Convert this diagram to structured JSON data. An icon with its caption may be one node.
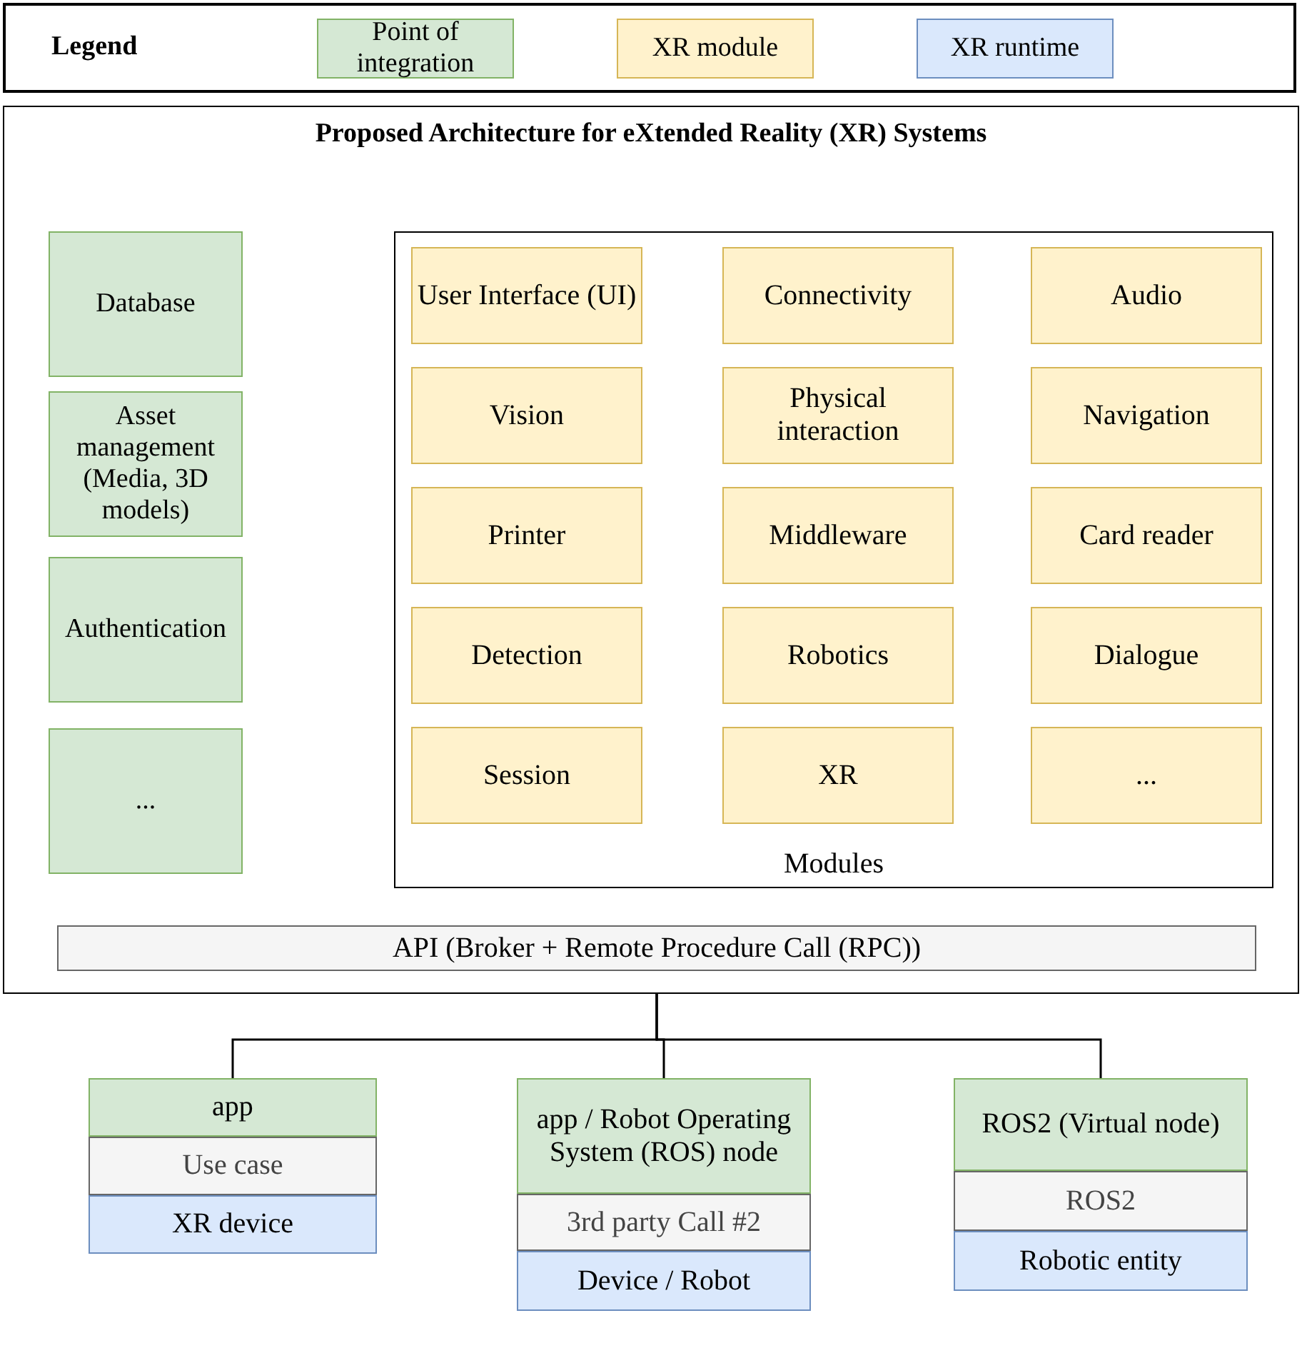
{
  "diagram": {
    "nodes": [
      {
        "text": [
          "Proposed Architecture for eXtended Reality (XR) Systems"
        ]
      },
      {
        "text": [
          "Database"
        ],
        "in": 0
      },
      {
        "text": [
          "Asset management (Media, 3D models)"
        ],
        "in": 0
      },
      {
        "text": [
          "Authentication"
        ],
        "in": 0
      },
      {
        "text": [
          "..."
        ],
        "in": 0
      },
      {
        "text": [
          "Modules"
        ],
        "in": 0
      },
      {
        "text": [
          "User Interface (UI)"
        ],
        "in": 5
      },
      {
        "text": [
          "Connectivity"
        ],
        "in": 5
      },
      {
        "text": [
          "Audio"
        ],
        "in": 5
      },
      {
        "text": [
          "Vision"
        ],
        "in": 5
      },
      {
        "text": [
          "Physical interaction"
        ],
        "in": 5
      },
      {
        "text": [
          "Navigation"
        ],
        "in": 5
      },
      {
        "text": [
          "Printer"
        ],
        "in": 5
      },
      {
        "text": [
          "Middleware"
        ],
        "in": 5
      },
      {
        "text": [
          "Card reader"
        ],
        "in": 5
      },
      {
        "text": [
          "Detection"
        ],
        "in": 5
      },
      {
        "text": [
          "Robotics"
        ],
        "in": 5
      },
      {
        "text": [
          "Dialogue"
        ],
        "in": 5
      },
      {
        "text": [
          "Session"
        ],
        "in": 5
      },
      {
        "text": [
          "XR"
        ],
        "in": 5
      },
      {
        "text": [
          "..."
        ],
        "in": 5
      },
      {
        "text": [
          "API (Broker + Remote Procedure Call (RPC))"
        ],
        "in": 0
      },
      {
        "text": [
          "app"
        ]
      },
      {
        "text": [
          "Use case"
        ]
      },
      {
        "text": [
          "XR device"
        ]
      },
      {
        "text": [
          "app / Robot Operating System (ROS) node"
        ]
      },
      {
        "text": [
          "3rd party Call #2"
        ]
      },
      {
        "text": [
          "Device / Robot"
        ]
      },
      {
        "text": [
          "ROS2 (Virtual node)"
        ]
      },
      {
        "text": [
          "ROS2"
        ]
      },
      {
        "text": [
          "Robotic entity"
        ]
      }
    ],
    "edges": [
      {
        "from": 21,
        "to": 22,
        "arrow": "none"
      },
      {
        "from": 21,
        "to": 25,
        "arrow": "none"
      },
      {
        "from": 21,
        "to": 28,
        "arrow": "none"
      }
    ],
    "labels": [
      "Legend"
    ],
    "legend": [
      {
        "text": "Point of integration",
        "color": "#d5e8d4"
      },
      {
        "text": "XR module",
        "color": "#fff2cc"
      },
      {
        "text": "XR runtime",
        "color": "#dae8fc"
      }
    ]
  }
}
